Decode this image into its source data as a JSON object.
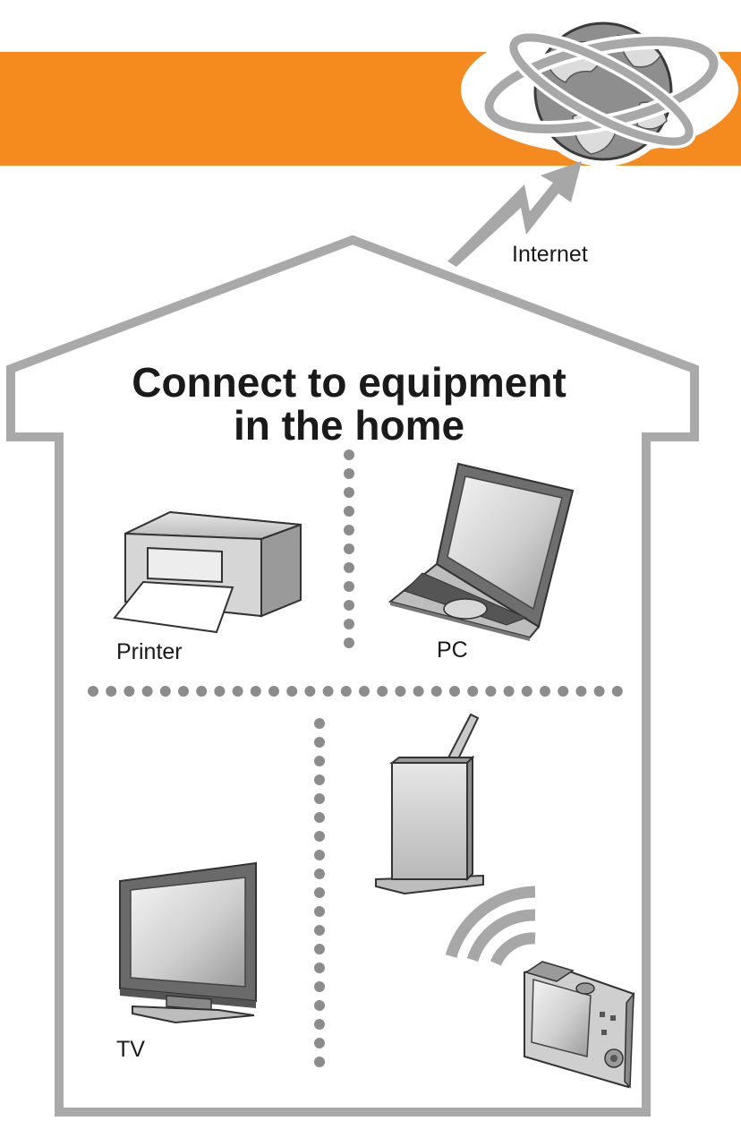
{
  "header": {
    "title_line1": "Connect to equipment",
    "title_line2": "in the home"
  },
  "labels": {
    "internet": "Internet",
    "printer": "Printer",
    "pc": "PC",
    "tv": "TV"
  },
  "colors": {
    "banner": "#f58a1f",
    "house_outline": "#a9a9a9",
    "dots": "#8c8c8c",
    "arrow": "#a7a7a7",
    "globe": "#8e8e8e"
  },
  "icons": [
    "globe-icon",
    "signal-arrow-icon",
    "printer-icon",
    "laptop-icon",
    "tv-icon",
    "router-icon",
    "wifi-icon",
    "camera-icon"
  ]
}
